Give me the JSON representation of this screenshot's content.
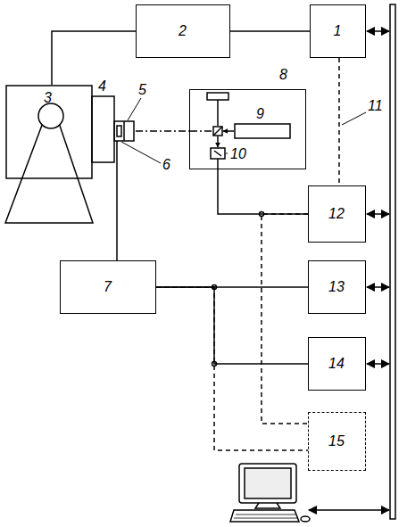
{
  "diagram": {
    "nodes": [
      {
        "text": [
          "2"
        ]
      },
      {
        "text": [
          "1"
        ]
      },
      {
        "text": [
          "3"
        ]
      },
      {
        "text": [
          "8"
        ]
      },
      {
        "text": [
          "12"
        ]
      },
      {
        "text": [
          "7"
        ]
      },
      {
        "text": [
          "13"
        ]
      },
      {
        "text": [
          "14"
        ]
      },
      {
        "text": [
          "15"
        ]
      }
    ],
    "edges": [
      {
        "from": 2,
        "to": 0,
        "arrow": "none"
      },
      {
        "from": 0,
        "to": 1,
        "arrow": "none"
      },
      {
        "from": 2,
        "to": 5,
        "arrow": "none"
      },
      {
        "from": 2,
        "to": 3,
        "arrow": "none"
      },
      {
        "from": 3,
        "to": 4,
        "arrow": "none"
      },
      {
        "from": 1,
        "to": 4,
        "arrow": "none"
      },
      {
        "from": 5,
        "to": 6,
        "arrow": "none"
      },
      {
        "from": 5,
        "to": 7,
        "arrow": "none"
      },
      {
        "from": 4,
        "to": 8,
        "arrow": "none"
      },
      {
        "from": 5,
        "to": 8,
        "arrow": "none"
      }
    ],
    "labels": [
      "4",
      "5",
      "6",
      "9",
      "10",
      "11"
    ]
  }
}
